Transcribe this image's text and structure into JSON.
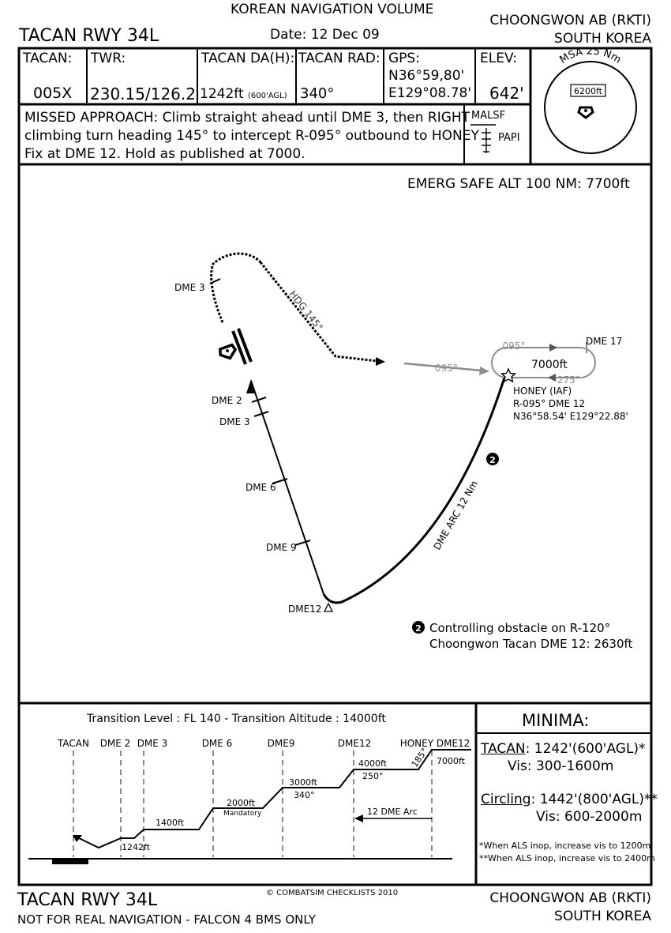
{
  "header": {
    "volume": "KOREAN NAVIGATION VOLUME",
    "procedure": "TACAN RWY 34L",
    "date": "Date: 12 Dec 09",
    "airport": "CHOONGWON AB (RKTI)",
    "country": "SOUTH KOREA"
  },
  "info_row": {
    "tacan_label": "TACAN:",
    "tacan_value": "005X",
    "twr_label": "TWR:",
    "twr_value": "230.15/126.2",
    "da_label": "TACAN DA(H):",
    "da_value": "1242ft",
    "da_agl": "(600'AGL)",
    "rad_label": "TACAN RAD:",
    "rad_value": "340°",
    "gps_label": "GPS:",
    "gps_lat": "N36°59,80'",
    "gps_lon": "E129°08.78'",
    "elev_label": "ELEV:",
    "elev_value": "642'"
  },
  "missed_approach": {
    "line1": "MISSED APPROACH: Climb straight ahead until DME 3, then RIGHT",
    "line2": "climbing turn heading 145° to intercept R-095° outbound to HONEY",
    "line3": "Fix at DME 12. Hold as published at 7000."
  },
  "lighting": {
    "malsf": "MALSF",
    "papi": "PAPI"
  },
  "msa": {
    "label": "MSA 25 Nm",
    "altitude": "6200ft"
  },
  "plan": {
    "emerg_safe_alt": "EMERG SAFE ALT 100 NM: 7700ft",
    "dme3_missed": "DME 3",
    "hdg": "HDG 145°",
    "r095_inbound": "095°",
    "hold_095": "095°",
    "hold_275": "275°",
    "hold_alt": "7000ft",
    "dme17": "DME 17",
    "honey_name": "HONEY (IAF)",
    "honey_radial": "R-095° DME 12",
    "honey_coords": "N36°58.54' E129°22.88'",
    "dme2": "DME 2",
    "dme3": "DME 3",
    "dme6": "DME 6",
    "dme9": "DME 9",
    "dme12": "DME12",
    "arc_label": "DME ARC 12 Nm",
    "obstacle_num": "2",
    "obstacle_line1": "Controlling obstacle on R-120°",
    "obstacle_line2": "Choongwon Tacan DME 12: 2630ft"
  },
  "profile": {
    "transition": "Transition Level : FL 140  -  Transition Altitude : 14000ft",
    "fixes": [
      "TACAN",
      "DME 2",
      "DME 3",
      "DME 6",
      "DME9",
      "DME12",
      "HONEY DME12"
    ],
    "alt_1242": "1242ft",
    "alt_1400": "1400ft",
    "alt_2000": "2000ft",
    "mandatory": "Mandatory",
    "alt_3000": "3000ft",
    "crs_340": "340°",
    "alt_4000": "4000ft",
    "crs_250": "250°",
    "crs_185": "185°",
    "alt_7000": "7000ft",
    "arc": "12 DME Arc"
  },
  "minima": {
    "title": "MINIMA:",
    "tacan_label": "TACAN",
    "tacan_value": ": 1242'(600'AGL)*",
    "tacan_vis": "Vis: 300-1600m",
    "circling_label": "Circling",
    "circling_value": ": 1442'(800'AGL)**",
    "circling_vis": "Vis: 600-2000m",
    "note1": "*When ALS inop, increase vis to 1200m",
    "note2": "**When ALS inop, increase vis to 2400m"
  },
  "footer": {
    "procedure": "TACAN RWY 34L",
    "copyright": "© COMBATSIM CHECKLISTS 2010",
    "disclaimer": "NOT FOR REAL NAVIGATION - FALCON 4 BMS ONLY",
    "airport": "CHOONGWON AB (RKTI)",
    "country": "SOUTH KOREA"
  },
  "colors": {
    "ink": "#000000",
    "grey": "#8c8c8c",
    "paper": "#ffffff"
  }
}
